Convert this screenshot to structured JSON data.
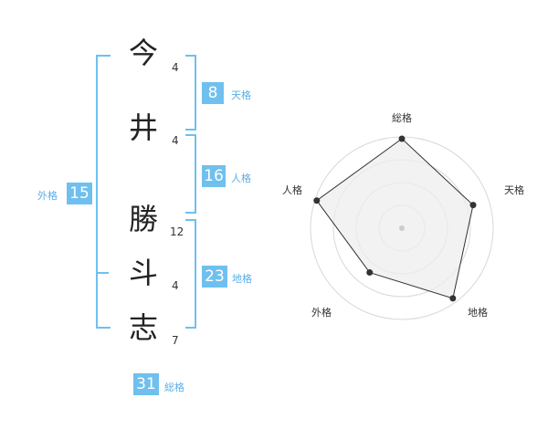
{
  "name": {
    "chars": [
      {
        "char": "今",
        "strokes": "4"
      },
      {
        "char": "井",
        "strokes": "4"
      },
      {
        "char": "勝",
        "strokes": "12"
      },
      {
        "char": "斗",
        "strokes": "4"
      },
      {
        "char": "志",
        "strokes": "7"
      }
    ]
  },
  "kaku": {
    "tenkaku": {
      "label": "天格",
      "value": "8"
    },
    "jinkaku": {
      "label": "人格",
      "value": "16"
    },
    "chikaku": {
      "label": "地格",
      "value": "23"
    },
    "gaikaku": {
      "label": "外格",
      "value": "15"
    },
    "soukaku": {
      "label": "総格",
      "value": "31"
    }
  },
  "chart_data": {
    "type": "radar",
    "axes": [
      "総格",
      "天格",
      "地格",
      "外格",
      "人格"
    ],
    "values": [
      0.98,
      0.82,
      0.95,
      0.6,
      0.98
    ],
    "rings": 4,
    "colors": {
      "fill": "#eeeeee",
      "line": "#333333",
      "ring": "#d8d8d8",
      "point": "#333333"
    }
  }
}
